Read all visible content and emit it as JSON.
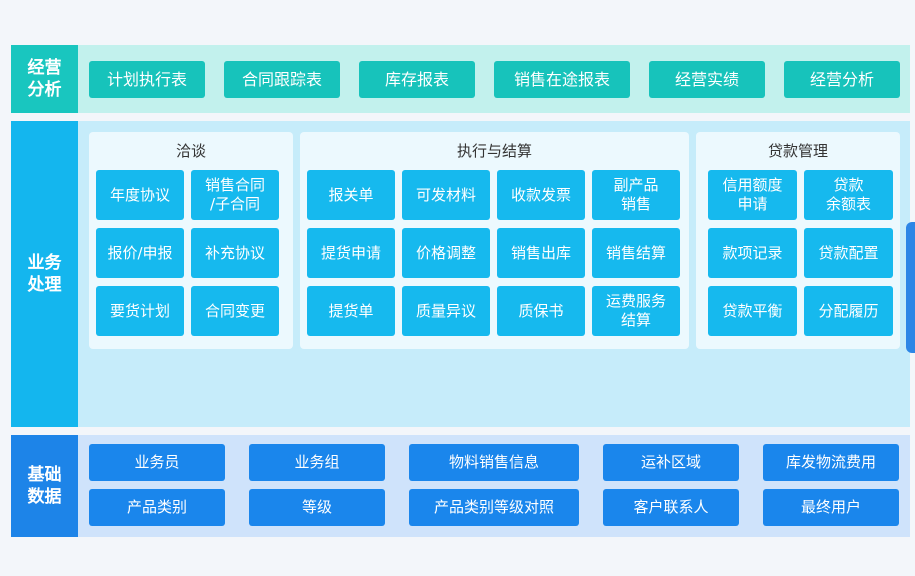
{
  "sections": {
    "operations": {
      "label": "经营\n分析",
      "items": [
        "计划执行表",
        "合同跟踪表",
        "库存报表",
        "销售在途报表",
        "经营实绩",
        "经营分析"
      ]
    },
    "business": {
      "label": "业务\n处理",
      "groups": [
        {
          "title": "洽谈",
          "items": [
            "年度协议",
            "销售合同\n/子合同",
            "报价/申报",
            "补充协议",
            "要货计划",
            "合同变更"
          ]
        },
        {
          "title": "执行与结算",
          "items": [
            "报关单",
            "可发材料",
            "收款发票",
            "副产品\n销售",
            "提货申请",
            "价格调整",
            "销售出库",
            "销售结算",
            "提货单",
            "质量异议",
            "质保书",
            "运费服务\n结算"
          ]
        },
        {
          "title": "贷款管理",
          "items": [
            "信用额度\n申请",
            "贷款\n余额表",
            "款项记录",
            "贷款配置",
            "贷款平衡",
            "分配履历"
          ]
        }
      ]
    },
    "basedata": {
      "label": "基础\n数据",
      "items": [
        "业务员",
        "业务组",
        "物料销售信息",
        "运补区域",
        "库发物流费用",
        "产品类别",
        "等级",
        "产品类别等级对照",
        "客户联系人",
        "最终用户"
      ]
    }
  },
  "colors": {
    "teal": "#19c6bf",
    "cyan": "#14b6ee",
    "blue": "#1d84e8",
    "teal_band": "#c2f1ed",
    "cyan_band": "#c6ecfa",
    "blue_band": "#cfe3fb"
  }
}
